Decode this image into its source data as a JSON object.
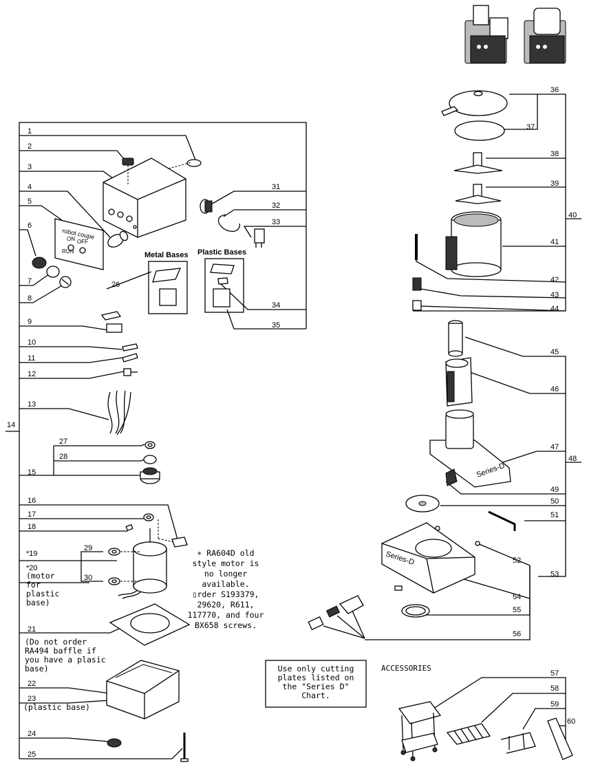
{
  "callouts": [
    "1",
    "2",
    "3",
    "4",
    "5",
    "6",
    "7",
    "8",
    "9",
    "10",
    "11",
    "12",
    "13",
    "14",
    "15",
    "16",
    "17",
    "18",
    "*19",
    "*20",
    "21",
    "22",
    "23",
    "24",
    "25",
    "26",
    "27",
    "28",
    "29",
    "30",
    "31",
    "32",
    "33",
    "34",
    "35",
    "36",
    "37",
    "38",
    "39",
    "40",
    "41",
    "42",
    "43",
    "44",
    "45",
    "46",
    "47",
    "48",
    "49",
    "50",
    "51",
    "52",
    "53",
    "54",
    "55",
    "56",
    "57",
    "58",
    "59",
    "60"
  ],
  "labels": {
    "metal_bases": "Metal Bases",
    "plastic_bases": "Plastic Bases",
    "accessories": "ACCESSORIES",
    "switch_brand": "robot coupe",
    "switch_on": "ON",
    "switch_off": "OFF",
    "switch_run": "RUN",
    "series_d_47": "Series-D",
    "series_d_52": "Series-D"
  },
  "notes": {
    "motor_20": [
      "(motor",
      "for",
      "plastic",
      "base)"
    ],
    "baffle_21": [
      "(Do not order",
      "RA494 baffle if",
      "you have a plasic",
      "base)"
    ],
    "base_23": [
      "(plastic base)"
    ],
    "ra604d": [
      "∗ RA604D old",
      "style motor is",
      "no longer",
      "available.",
      "▯rder S193379,",
      "29620, R611,",
      "117770, and four",
      "BX658 screws."
    ],
    "cutting_plates": [
      "Use only cutting",
      "plates listed on",
      "the \"Series D\"",
      "Chart."
    ]
  },
  "colors": {
    "line": "#000000",
    "background": "#ffffff"
  }
}
